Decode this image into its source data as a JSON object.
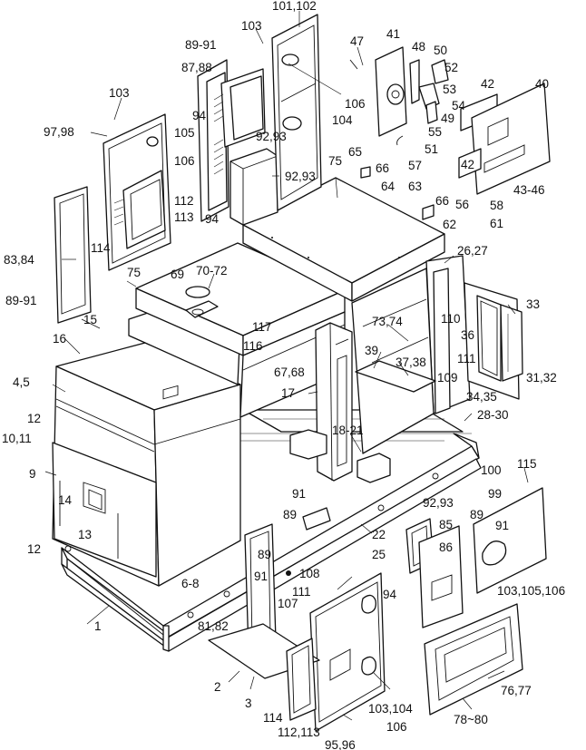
{
  "diagram": {
    "callouts": [
      {
        "id": "c01",
        "text": "101,102"
      },
      {
        "id": "c02",
        "text": "103"
      },
      {
        "id": "c03",
        "text": "89-91"
      },
      {
        "id": "c04",
        "text": "87,88"
      },
      {
        "id": "c05",
        "text": "103"
      },
      {
        "id": "c06",
        "text": "97,98"
      },
      {
        "id": "c07",
        "text": "105"
      },
      {
        "id": "c08",
        "text": "106"
      },
      {
        "id": "c09",
        "text": "94"
      },
      {
        "id": "c10",
        "text": "92,93"
      },
      {
        "id": "c11",
        "text": "106"
      },
      {
        "id": "c12",
        "text": "104"
      },
      {
        "id": "c13",
        "text": "47"
      },
      {
        "id": "c14",
        "text": "41"
      },
      {
        "id": "c15",
        "text": "48"
      },
      {
        "id": "c16",
        "text": "50"
      },
      {
        "id": "c17",
        "text": "52"
      },
      {
        "id": "c18",
        "text": "53"
      },
      {
        "id": "c19",
        "text": "54"
      },
      {
        "id": "c20",
        "text": "49"
      },
      {
        "id": "c21",
        "text": "55"
      },
      {
        "id": "c22",
        "text": "51"
      },
      {
        "id": "c23",
        "text": "57"
      },
      {
        "id": "c24",
        "text": "42"
      },
      {
        "id": "c25",
        "text": "40"
      },
      {
        "id": "c26",
        "text": "42"
      },
      {
        "id": "c27",
        "text": "56"
      },
      {
        "id": "c28",
        "text": "58"
      },
      {
        "id": "c29",
        "text": "43-46"
      },
      {
        "id": "c30",
        "text": "61"
      },
      {
        "id": "c31",
        "text": "65"
      },
      {
        "id": "c32",
        "text": "66"
      },
      {
        "id": "c33",
        "text": "64"
      },
      {
        "id": "c34",
        "text": "63"
      },
      {
        "id": "c35",
        "text": "66"
      },
      {
        "id": "c36",
        "text": "62"
      },
      {
        "id": "c37",
        "text": "75"
      },
      {
        "id": "c38",
        "text": "92,93"
      },
      {
        "id": "c39",
        "text": "112"
      },
      {
        "id": "c40",
        "text": "113"
      },
      {
        "id": "c41",
        "text": "94"
      },
      {
        "id": "c42",
        "text": "114"
      },
      {
        "id": "c43",
        "text": "83,84"
      },
      {
        "id": "c44",
        "text": "89-91"
      },
      {
        "id": "c45",
        "text": "75"
      },
      {
        "id": "c46",
        "text": "69"
      },
      {
        "id": "c47",
        "text": "70-72"
      },
      {
        "id": "c48",
        "text": "26,27"
      },
      {
        "id": "c49",
        "text": "33"
      },
      {
        "id": "c50",
        "text": "15"
      },
      {
        "id": "c51",
        "text": "16"
      },
      {
        "id": "c52",
        "text": "117"
      },
      {
        "id": "c53",
        "text": "116"
      },
      {
        "id": "c54",
        "text": "73,74"
      },
      {
        "id": "c55",
        "text": "110"
      },
      {
        "id": "c56",
        "text": "36"
      },
      {
        "id": "c57",
        "text": "39"
      },
      {
        "id": "c58",
        "text": "37,38"
      },
      {
        "id": "c59",
        "text": "111"
      },
      {
        "id": "c60",
        "text": "109"
      },
      {
        "id": "c61",
        "text": "31,32"
      },
      {
        "id": "c62",
        "text": "4,5"
      },
      {
        "id": "c63",
        "text": "67,68"
      },
      {
        "id": "c64",
        "text": "34,35"
      },
      {
        "id": "c65",
        "text": "17"
      },
      {
        "id": "c66",
        "text": "28-30"
      },
      {
        "id": "c67",
        "text": "12"
      },
      {
        "id": "c68",
        "text": "10,11"
      },
      {
        "id": "c69",
        "text": "18-21"
      },
      {
        "id": "c70",
        "text": "9"
      },
      {
        "id": "c71",
        "text": "100"
      },
      {
        "id": "c72",
        "text": "115"
      },
      {
        "id": "c73",
        "text": "99"
      },
      {
        "id": "c74",
        "text": "91"
      },
      {
        "id": "c75",
        "text": "89"
      },
      {
        "id": "c76",
        "text": "92,93"
      },
      {
        "id": "c77",
        "text": "85"
      },
      {
        "id": "c78",
        "text": "89"
      },
      {
        "id": "c79",
        "text": "91"
      },
      {
        "id": "c80",
        "text": "14"
      },
      {
        "id": "c81",
        "text": "13"
      },
      {
        "id": "c82",
        "text": "22"
      },
      {
        "id": "c83",
        "text": "25"
      },
      {
        "id": "c84",
        "text": "86"
      },
      {
        "id": "c85",
        "text": "12"
      },
      {
        "id": "c86",
        "text": "89"
      },
      {
        "id": "c87",
        "text": "91"
      },
      {
        "id": "c88",
        "text": "108"
      },
      {
        "id": "c89",
        "text": "6-8"
      },
      {
        "id": "c90",
        "text": "111"
      },
      {
        "id": "c91",
        "text": "94"
      },
      {
        "id": "c92",
        "text": "103,105,106"
      },
      {
        "id": "c93",
        "text": "107"
      },
      {
        "id": "c94",
        "text": "1"
      },
      {
        "id": "c95",
        "text": "81,82"
      },
      {
        "id": "c96",
        "text": "2"
      },
      {
        "id": "c97",
        "text": "3"
      },
      {
        "id": "c98",
        "text": "114"
      },
      {
        "id": "c99",
        "text": "112,113"
      },
      {
        "id": "c100",
        "text": "103,104"
      },
      {
        "id": "c101",
        "text": "106"
      },
      {
        "id": "c102",
        "text": "76,77"
      },
      {
        "id": "c103",
        "text": "78~80"
      },
      {
        "id": "c104",
        "text": "95,96"
      }
    ]
  }
}
